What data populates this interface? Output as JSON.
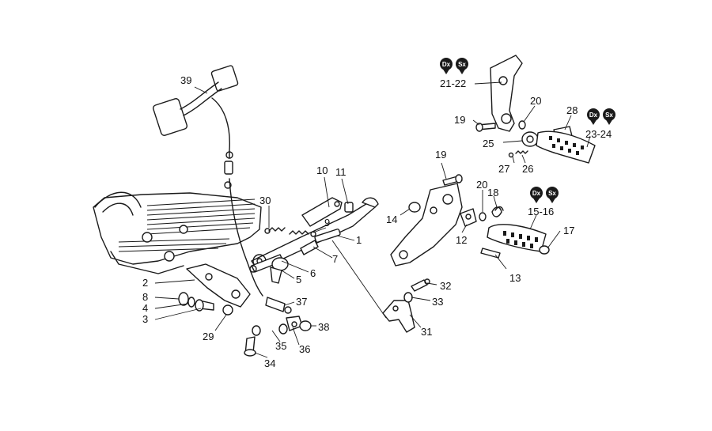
{
  "callouts": {
    "c2": "2",
    "c3": "3",
    "c4": "4",
    "c5": "5",
    "c6": "6",
    "c7": "7",
    "c8": "8",
    "c9": "9",
    "c10": "10",
    "c11": "11",
    "c1": "1",
    "c12": "12",
    "c13": "13",
    "c14": "14",
    "c15_16": "15-16",
    "c17": "17",
    "c18": "18",
    "c19a": "19",
    "c19b": "19",
    "c20a": "20",
    "c20b": "20",
    "c21_22": "21-22",
    "c23_24": "23-24",
    "c25": "25",
    "c26": "26",
    "c27": "27",
    "c28": "28",
    "c29": "29",
    "c30": "30",
    "c31": "31",
    "c32": "32",
    "c33": "33",
    "c34": "34",
    "c35": "35",
    "c36": "36",
    "c37": "37",
    "c38": "38",
    "c39": "39"
  },
  "badges": {
    "right": "Dx",
    "left": "Sx"
  }
}
